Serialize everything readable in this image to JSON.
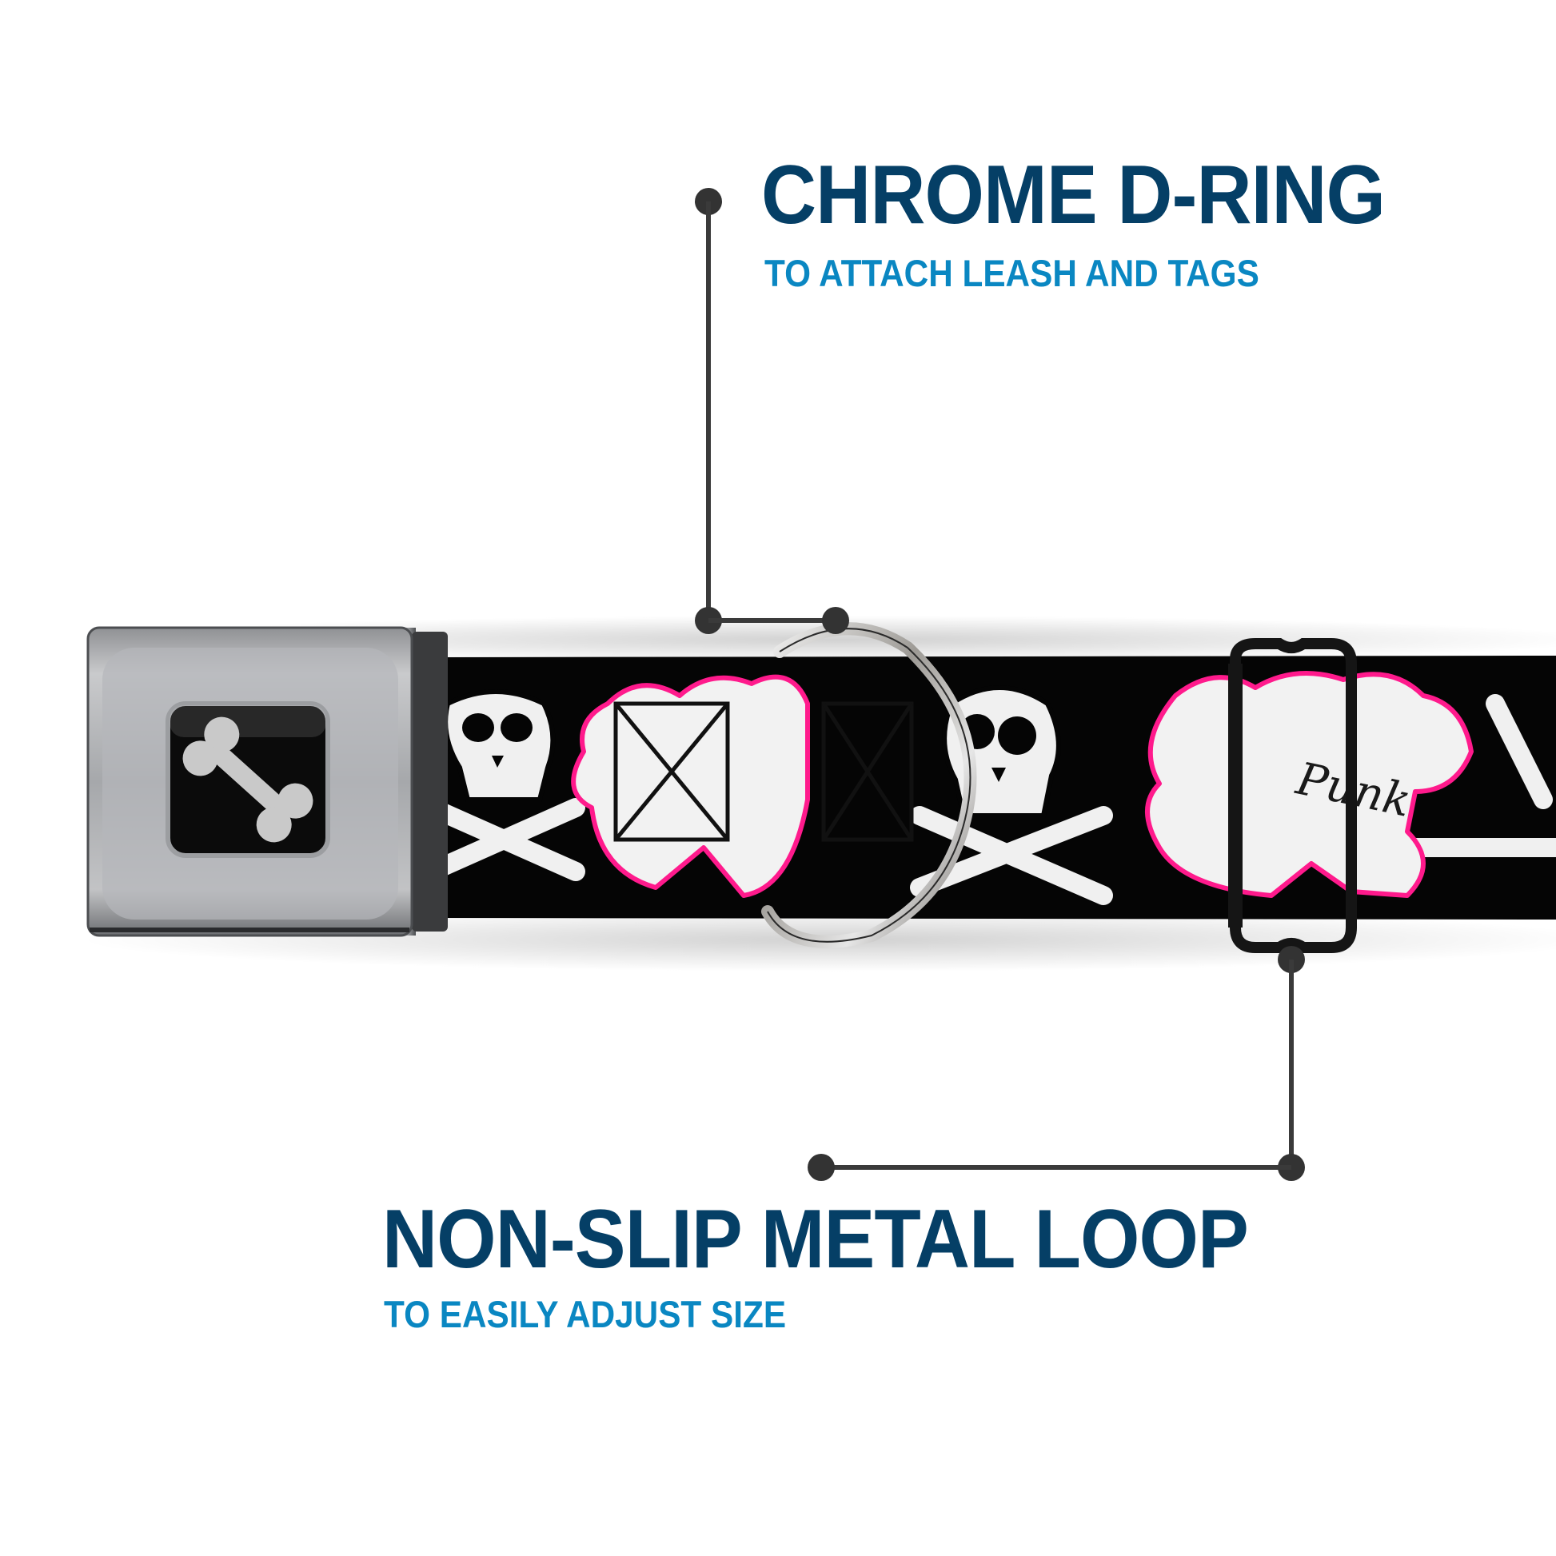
{
  "callouts": [
    {
      "title": "CHROME D-RING",
      "subtitle": "TO ATTACH LEASH AND TAGS"
    },
    {
      "title": "NON-SLIP METAL LOOP",
      "subtitle": "TO EASILY ADJUST SIZE"
    }
  ],
  "product": {
    "buckle_icon": "bone-icon",
    "pattern_text": "Punk",
    "colors": {
      "title": "#053f66",
      "subtitle": "#0a87c2",
      "leader_line": "#333333",
      "webbing": "#000000",
      "pattern_accent": "#ff1a8c",
      "pattern_fill": "#f2f2f2"
    }
  }
}
